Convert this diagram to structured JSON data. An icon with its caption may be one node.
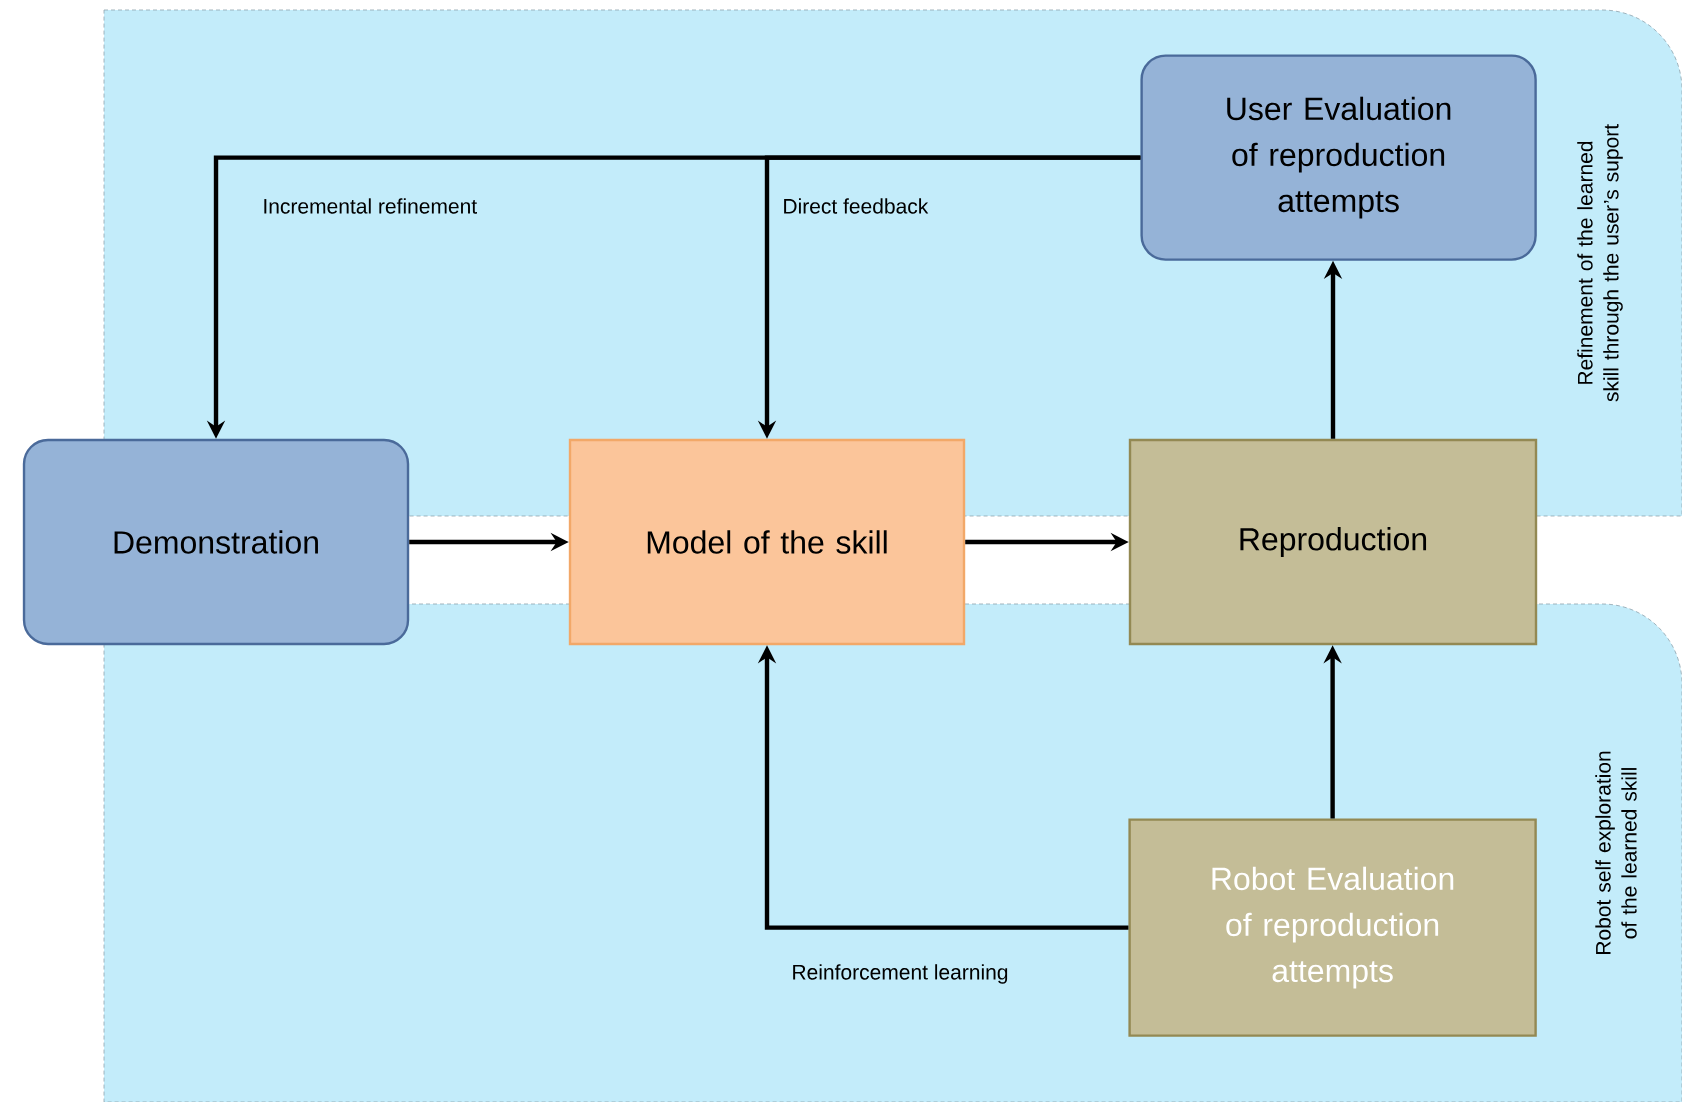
{
  "diagram": {
    "nodes": [
      {
        "text": [
          "Refinement of the learned skill through the user’s suport"
        ]
      },
      {
        "text": [
          "Robot self exploration of the learned skill"
        ]
      },
      {
        "text": [
          "Demonstration"
        ]
      },
      {
        "text": [
          "Model of the skill"
        ]
      },
      {
        "text": [
          "Reproduction"
        ]
      },
      {
        "text": [
          "User Evaluation of reproduction attempts"
        ],
        "in": 0
      },
      {
        "text": [
          "Robot Evaluation of reproduction attempts"
        ],
        "in": 1
      }
    ],
    "edges": [
      {
        "from": 2,
        "to": 3,
        "arrow": "to"
      },
      {
        "from": 3,
        "to": 4,
        "arrow": "to"
      },
      {
        "from": 4,
        "to": 5,
        "arrow": "to"
      },
      {
        "from": 6,
        "to": 4,
        "arrow": "to"
      },
      {
        "from": 6,
        "to": 3,
        "arrow": "to",
        "label": "Reinforcement learning"
      },
      {
        "from": 5,
        "to": 2,
        "arrow": "to",
        "label": "Incremental refinement"
      },
      {
        "from": 5,
        "to": 3,
        "arrow": "to",
        "label": "Direct feedback"
      }
    ]
  }
}
